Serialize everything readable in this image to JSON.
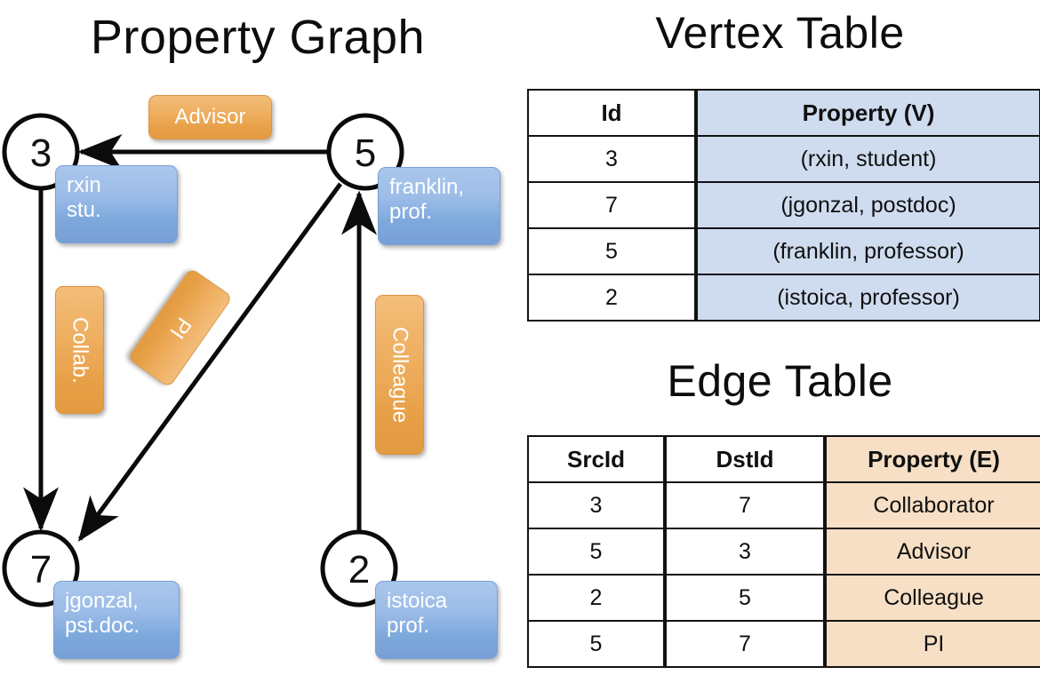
{
  "titles": {
    "graph": "Property Graph",
    "vertex_table": "Vertex Table",
    "edge_table": "Edge Table"
  },
  "graph": {
    "nodes": [
      {
        "id": "3",
        "label": "rxin\nstu."
      },
      {
        "id": "5",
        "label": "franklin,\nprof."
      },
      {
        "id": "7",
        "label": "jgonzal,\npst.doc."
      },
      {
        "id": "2",
        "label": "istoica\nprof."
      }
    ],
    "edge_labels": {
      "advisor": "Advisor",
      "collab": "Collab.",
      "pi": "PI",
      "colleague": "Colleague"
    }
  },
  "vertex_table": {
    "headers": {
      "id": "Id",
      "property": "Property (V)"
    },
    "rows": [
      {
        "id": "3",
        "property": "(rxin, student)"
      },
      {
        "id": "7",
        "property": "(jgonzal, postdoc)"
      },
      {
        "id": "5",
        "property": "(franklin, professor)"
      },
      {
        "id": "2",
        "property": "(istoica, professor)"
      }
    ]
  },
  "edge_table": {
    "headers": {
      "src": "SrcId",
      "dst": "DstId",
      "property": "Property (E)"
    },
    "rows": [
      {
        "src": "3",
        "dst": "7",
        "property": "Collaborator"
      },
      {
        "src": "5",
        "dst": "3",
        "property": "Advisor"
      },
      {
        "src": "2",
        "dst": "5",
        "property": "Colleague"
      },
      {
        "src": "5",
        "dst": "7",
        "property": "PI"
      }
    ]
  },
  "colors": {
    "vertex_property_fill": "#cfdcef",
    "edge_property_fill": "#f7dfc5",
    "node_box_blue": "#9dbde8",
    "edge_label_orange": "#eeae5f",
    "stroke": "#121212"
  }
}
